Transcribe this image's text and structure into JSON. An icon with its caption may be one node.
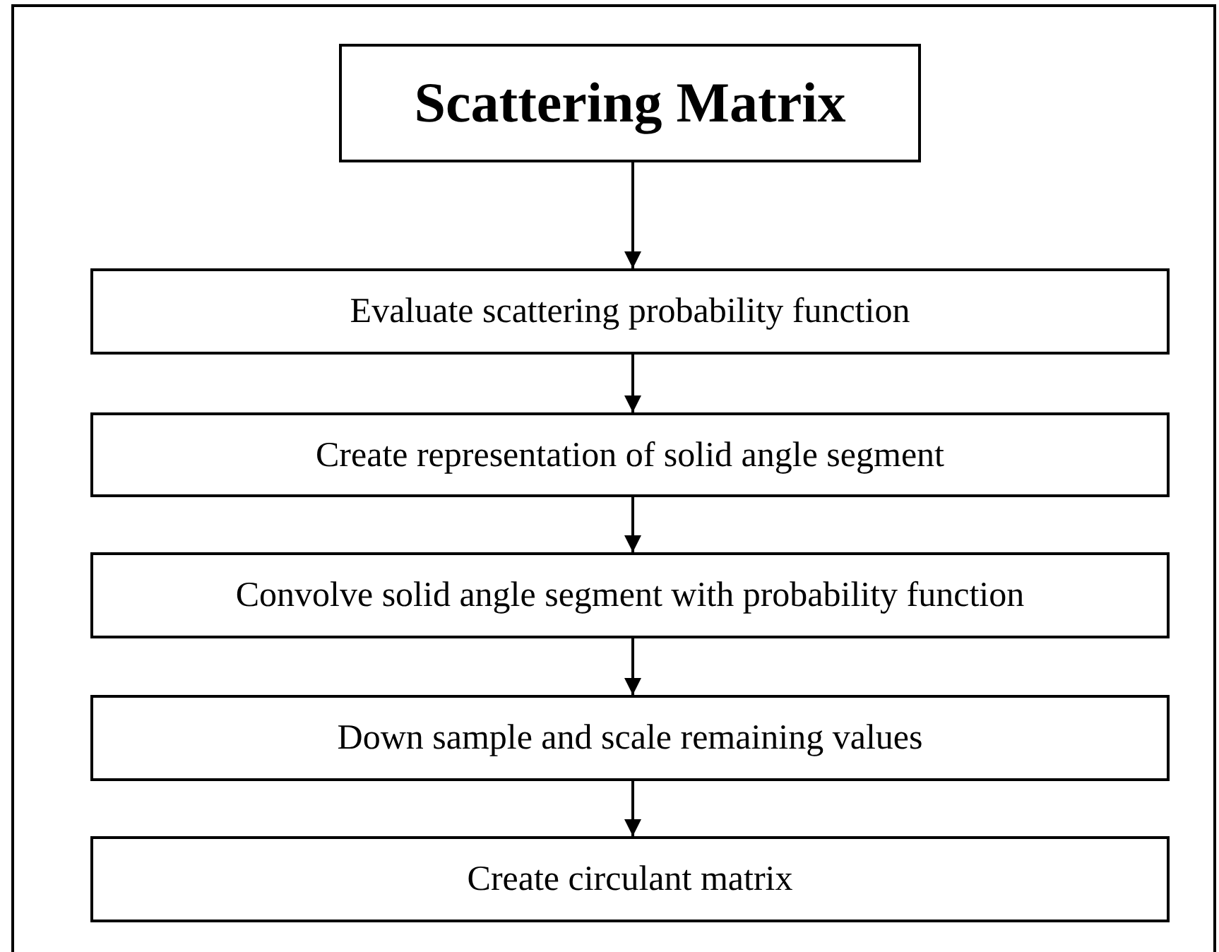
{
  "diagram": {
    "nodes": [
      {
        "text": [
          "Scattering Matrix"
        ]
      },
      {
        "text": [
          "Evaluate scattering probability function"
        ]
      },
      {
        "text": [
          "Create representation of solid angle segment"
        ]
      },
      {
        "text": [
          "Convolve solid angle segment with probability function"
        ]
      },
      {
        "text": [
          "Down sample and scale remaining values"
        ]
      },
      {
        "text": [
          "Create circulant matrix"
        ]
      }
    ],
    "edges": [
      {
        "from": 0,
        "to": 1,
        "arrow": "to"
      },
      {
        "from": 1,
        "to": 2,
        "arrow": "to"
      },
      {
        "from": 2,
        "to": 3,
        "arrow": "to"
      },
      {
        "from": 3,
        "to": 4,
        "arrow": "to"
      },
      {
        "from": 4,
        "to": 5,
        "arrow": "to"
      }
    ]
  }
}
